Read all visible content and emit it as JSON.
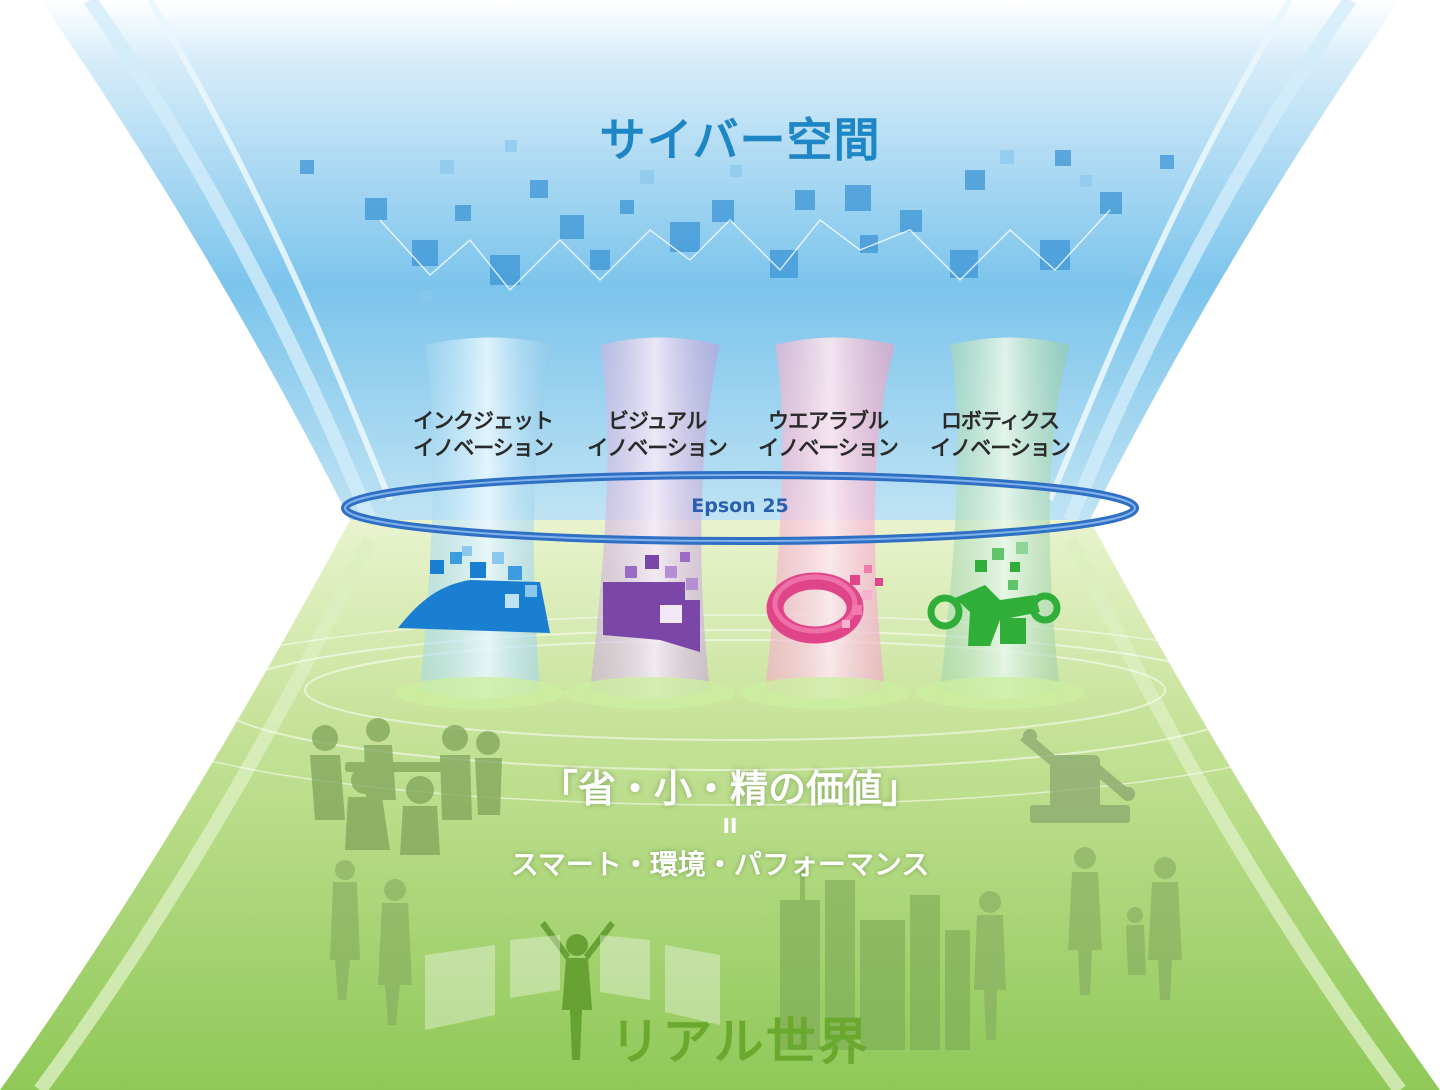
{
  "diagram": {
    "top_title": "サイバー空間",
    "bottom_title": "リアル世界",
    "ring_label": "Epson 25",
    "pillars": [
      {
        "line1": "インクジェット",
        "line2": "イノベーション",
        "icon": "inkjet-icon",
        "color": "#1a7fd0"
      },
      {
        "line1": "ビジュアル",
        "line2": "イノベーション",
        "icon": "visual-icon",
        "color": "#7a46a8"
      },
      {
        "line1": "ウエアラブル",
        "line2": "イノベーション",
        "icon": "wearable-icon",
        "color": "#e0458a"
      },
      {
        "line1": "ロボティクス",
        "line2": "イノベーション",
        "icon": "robotics-icon",
        "color": "#2fae3a"
      }
    ],
    "value_statement": "「省・小・精の価値」",
    "equals": "II",
    "value_sub": "スマート・環境・パフォーマンス"
  },
  "colors": {
    "sky": "#6fbfe8",
    "ground": "#a9d46a",
    "cyber_text": "#1f86c6",
    "real_text": "#6aa82e"
  }
}
